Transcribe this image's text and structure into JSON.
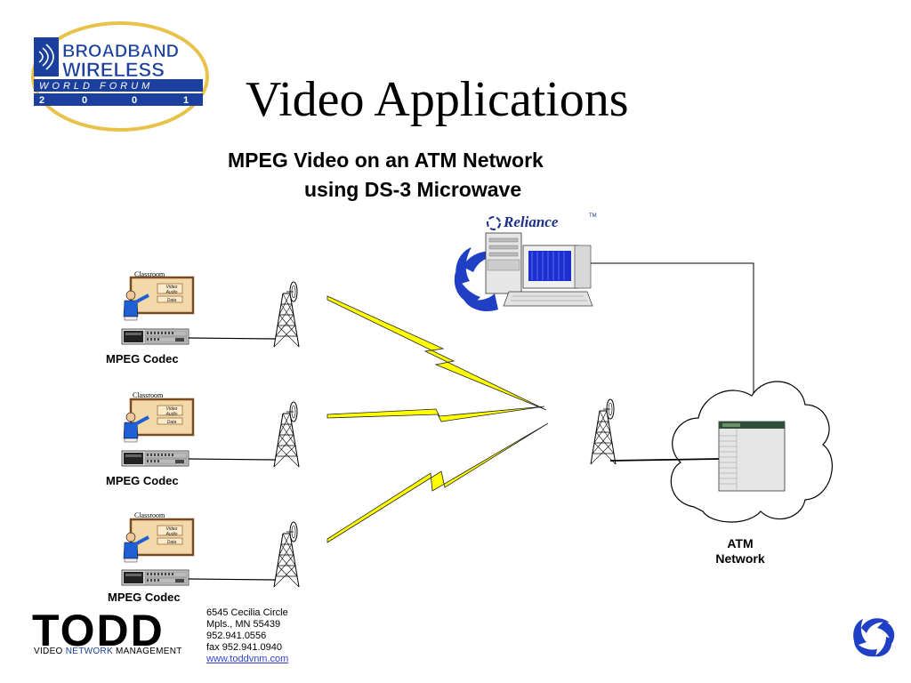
{
  "slide": {
    "title": "Video Applications",
    "subtitle_line1": "MPEG Video on an ATM Network",
    "subtitle_line2": "using DS-3 Microwave"
  },
  "logo": {
    "line1": "BROADBAND",
    "line2": "WIRELESS",
    "line3": "WORLD FORUM",
    "digits": [
      "2",
      "0",
      "0",
      "1"
    ]
  },
  "classrooms": [
    {
      "room_label": "Classroom",
      "board_lines": [
        "Video",
        "Audio",
        "Data"
      ],
      "codec_label": "MPEG Codec"
    },
    {
      "room_label": "Classroom",
      "board_lines": [
        "Video",
        "Audio",
        "Data"
      ],
      "codec_label": "MPEG Codec"
    },
    {
      "room_label": "Classroom",
      "board_lines": [
        "Video",
        "Audio",
        "Data"
      ],
      "codec_label": "MPEG Codec"
    }
  ],
  "server": {
    "brand": "Reliance",
    "tm": "TM"
  },
  "atm": {
    "line1": "ATM",
    "line2": "Network"
  },
  "footer": {
    "company": "TODD",
    "tagline_part1": "VIDEO ",
    "tagline_part2": "NETWORK",
    "tagline_part3": " MANAGEMENT",
    "address1": "6545 Cecilia Circle",
    "address2": "Mpls., MN 55439",
    "phone": "952.941.0556",
    "fax": "fax 952.941.0940",
    "web": "www.toddvnm.com"
  },
  "colors": {
    "bolt_fill": "#ffff00",
    "logo_blue": "#1a3f9c",
    "logo_gold": "#e8c24a",
    "board_fill": "#f4d9a8",
    "board_frame": "#7a4a20",
    "person_blue": "#1f5fd6",
    "monitor_blue": "#1c2fcf"
  },
  "icons": [
    "antenna-tower-icon",
    "lightning-bolt-icon",
    "teacher-icon",
    "codec-rack-icon",
    "computer-workstation-icon",
    "atm-switch-icon",
    "swirl-icon",
    "cloud-icon"
  ]
}
